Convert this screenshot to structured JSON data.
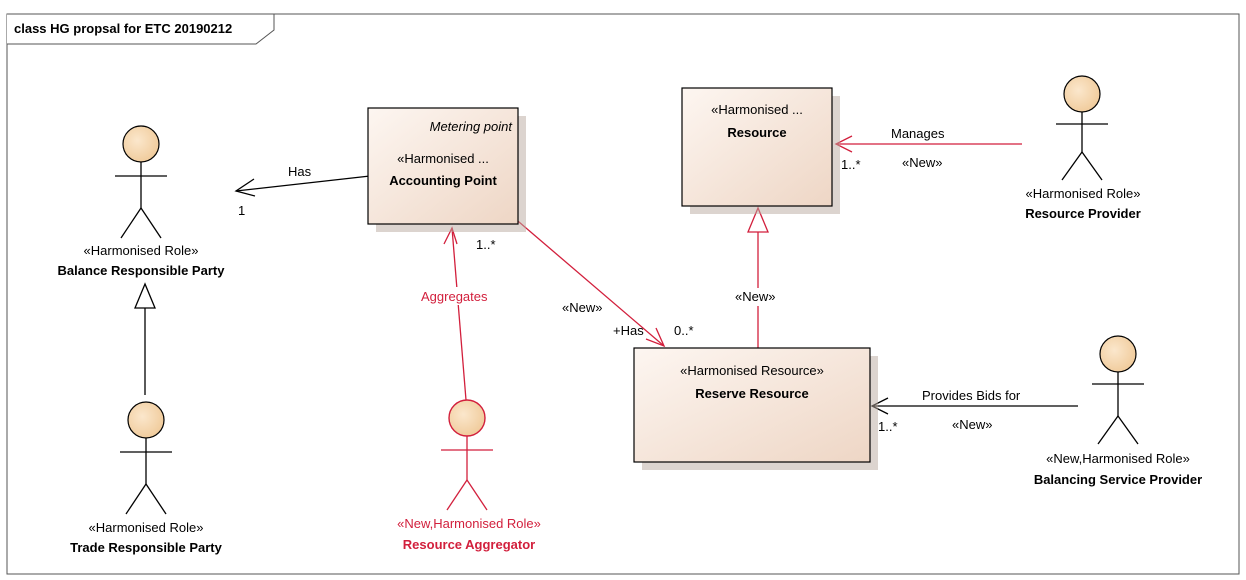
{
  "frame": {
    "title": "class HG propsal for ETC 20190212"
  },
  "colors": {
    "new": "#d21f3c",
    "line": "#000000",
    "class_fill": "#f4e3d7",
    "actor_head": "#f3d2a6"
  },
  "classes": {
    "metering": {
      "tag": "Metering point",
      "stereotype": "«Harmonised ...",
      "name": "Accounting Point"
    },
    "resource": {
      "stereotype": "«Harmonised ...",
      "name": "Resource"
    },
    "reserve": {
      "stereotype": "«Harmonised Resource»",
      "name": "Reserve Resource"
    }
  },
  "actors": {
    "brp": {
      "stereotype": "«Harmonised Role»",
      "name": "Balance Responsible Party"
    },
    "trp": {
      "stereotype": "«Harmonised Role»",
      "name": "Trade Responsible Party"
    },
    "ra": {
      "stereotype": "«New,Harmonised Role»",
      "name": "Resource Aggregator"
    },
    "rp": {
      "stereotype": "«Harmonised Role»",
      "name": "Resource Provider"
    },
    "bsp": {
      "stereotype": "«New,Harmonised Role»",
      "name": "Balancing Service Provider"
    }
  },
  "relations": {
    "has": {
      "label": "Has",
      "mult": "1"
    },
    "aggregates": {
      "label": "Aggregates",
      "mult": "1..*"
    },
    "reserve_has": {
      "stereo": "«New»",
      "role": "+Has",
      "mult": "0..*"
    },
    "generalization": {
      "stereo": "«New»"
    },
    "manages": {
      "label": "Manages",
      "stereo": "«New»",
      "mult": "1..*"
    },
    "provides": {
      "label": "Provides Bids for",
      "stereo": "«New»",
      "mult": "1..*"
    }
  }
}
